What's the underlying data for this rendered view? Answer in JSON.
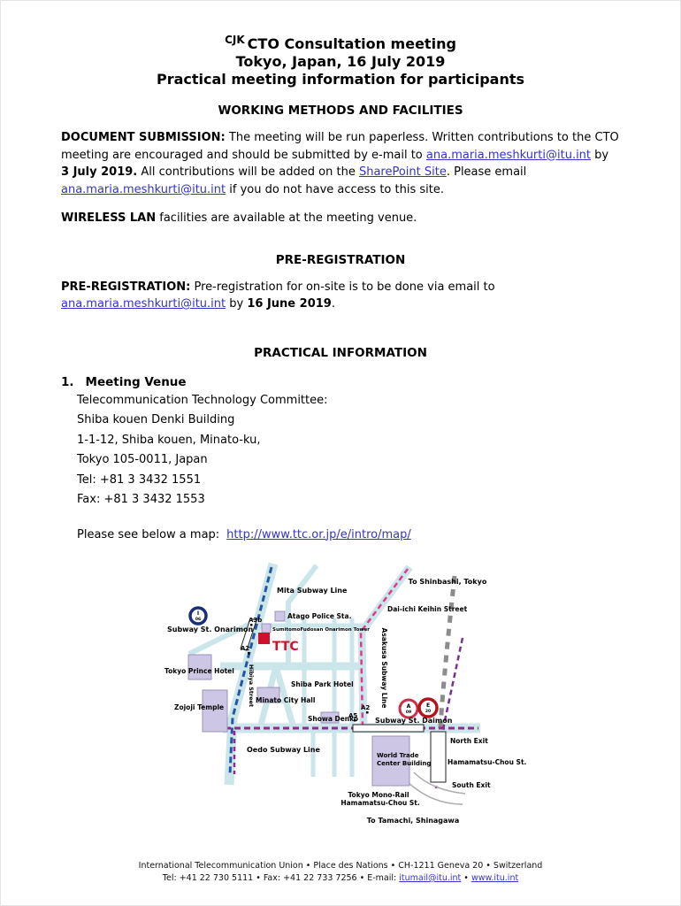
{
  "page": {
    "superscript": "CJK",
    "title_lines": [
      "CTO Consultation meeting",
      "Tokyo, Japan, 16 July 2019",
      "Practical meeting information for participants"
    ]
  },
  "sections": {
    "working": {
      "heading": "WORKING METHODS AND FACILITIES",
      "doc_submission_runs": [
        {
          "text": "DOCUMENT SUBMISSION:"
        },
        {
          "text": " The meeting will be run paperless. Written contributions to the CTO meeting are encouraged and should be submitted by e-mail to "
        },
        {
          "text": "ana.maria.meshkurti@itu.int"
        },
        {
          "text": " by "
        },
        {
          "text": "3 July 2019."
        },
        {
          "text": " All contributions will be added on the "
        },
        {
          "text": "SharePoint Site"
        },
        {
          "text": ". Please email "
        },
        {
          "text": "ana.maria.meshkurti@itu.int"
        },
        {
          "text": " if you do not have access to this site."
        }
      ],
      "wireless_bold": "WIRELESS LAN",
      "wireless_rest": " facilities are available at the meeting venue."
    },
    "prereg": {
      "heading": "PRE-REGISTRATION",
      "runs": [
        {
          "text": "PRE-REGISTRATION:"
        },
        {
          "text": " Pre-registration for on-site is to be done via email to "
        },
        {
          "text": "ana.maria.meshkurti@itu.int"
        },
        {
          "text": " by "
        },
        {
          "text": "16 June 2019"
        },
        {
          "text": "."
        }
      ]
    },
    "practical": {
      "heading": "PRACTICAL INFORMATION",
      "venue": {
        "number": "1.",
        "title": "Meeting Venue",
        "address_lines": [
          "Telecommunication Technology Committee:",
          "Shiba kouen Denki Building",
          "1-1-12, Shiba kouen, Minato-ku,",
          "Tokyo 105-0011, Japan",
          "Tel: +81 3 3432 1551",
          "Fax: +81 3 3432 1553"
        ],
        "map_prompt": "Please see below a map:",
        "map_url": "http://www.ttc.or.jp/e/intro/map/"
      }
    }
  },
  "map": {
    "mita_line": "Mita Subway Line",
    "asakusa_line": "Asakusa Subway Line",
    "oedo_line": "Oedo Subway Line",
    "to_shinbashi": "To Shinbashi, Tokyo",
    "daiichi_keihin": "Dai-ichi Keihin Street",
    "subway_onarimon": "Subway St. Onarimon",
    "onarimon_code_letter": "I",
    "onarimon_code_num": "06",
    "atago_police": "Atago Police Sta.",
    "sumitomo_tower": "SumitomoFudosan Onarimon Tower",
    "ttc": "TTC",
    "exit_a3b": "A3b",
    "exit_a2_ttc": "A2",
    "tokyo_prince": "Tokyo Prince Hotel",
    "zojoji": "Zojoji Temple",
    "hibiya_street": "Hibiya Street",
    "shiba_park": "Shiba Park Hotel",
    "minato_city_hall": "Minato City Hall",
    "showa_denko": "Showa Denko",
    "exit_a2_daimon": "A2",
    "exit_a5": "A5",
    "subway_daimon": "Subway St. Daimon",
    "daimon_a_letter": "A",
    "daimon_a_num": "09",
    "daimon_e_letter": "E",
    "daimon_e_num": "20",
    "north_exit": "North Exit",
    "hamamatsu_st": "Hamamatsu-Chou St.",
    "south_exit": "South Exit",
    "world_trade_1": "World Trade",
    "world_trade_2": "Center Building",
    "monorail_1": "Tokyo Mono-Rail",
    "monorail_2": "Hamamatsu-Chou St.",
    "to_tamachi": "To Tamachi, Shinagawa"
  },
  "colors": {
    "link": "#3333cc",
    "ttc_red": "#d1112b",
    "road": "#cbe6ea",
    "building": "#cdc6e4",
    "mita_blue": "#2456a8",
    "mita_label_blue": "#0d6fc2",
    "asakusa_pink": "#e8368f",
    "oedo_purple": "#93278f",
    "railway_gray": "#8c8c8c",
    "monorail_purple": "#7d2f8f"
  },
  "footer": {
    "line1": "International Telecommunication Union • Place des Nations • CH-1211 Geneva 20 • Switzerland",
    "line2_runs": [
      {
        "text": "Tel: +41 22 730 5111 • Fax: +41 22 733 7256 • E-mail: "
      },
      {
        "text": "itumail@itu.int"
      },
      {
        "text": " • "
      },
      {
        "text": "www.itu.int"
      }
    ]
  }
}
